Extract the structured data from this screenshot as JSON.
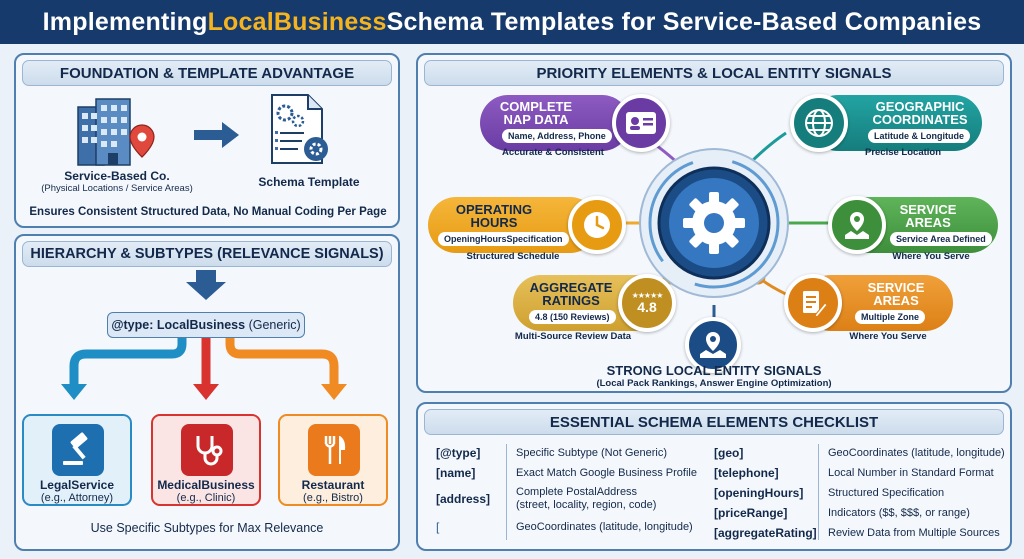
{
  "title": {
    "pre": "Implementing ",
    "highlight": "LocalBusiness",
    "post": " Schema Templates for Service-Based Companies"
  },
  "foundation": {
    "heading": "FOUNDATION & TEMPLATE ADVANTAGE",
    "company_label": "Service-Based Co.",
    "company_sub": "(Physical Locations / Service Areas)",
    "template_label": "Schema Template",
    "caption": "Ensures Consistent Structured Data, No Manual Coding Per Page"
  },
  "hierarchy": {
    "heading": "HIERARCHY & SUBTYPES (RELEVANCE SIGNALS)",
    "type_key": "@type: LocalBusiness",
    "type_suffix": " (Generic)",
    "subtypes": [
      {
        "name": "LegalService",
        "example": "(e.g., Attorney)"
      },
      {
        "name": "MedicalBusiness",
        "example": "(e.g., Clinic)"
      },
      {
        "name": "Restaurant",
        "example": "(e.g., Bistro)"
      }
    ],
    "caption": "Use Specific Subtypes for Max Relevance"
  },
  "priority": {
    "heading": "PRIORITY ELEMENTS & LOCAL ENTITY SIGNALS",
    "nap": {
      "t1": "COMPLETE",
      "t2": "NAP DATA",
      "tag": "Name, Address, Phone",
      "cap": "Accurate & Consistent"
    },
    "geo": {
      "t1": "GEOGRAPHIC",
      "t2": "COORDINATES",
      "tag": "Latitude & Longitude",
      "cap": "Precise Location"
    },
    "hours": {
      "t1": "OPERATING",
      "t2": "HOURS",
      "tag": "OpeningHoursSpecification",
      "cap": "Structured Schedule"
    },
    "area1": {
      "t1": "SERVICE",
      "t2": "AREAS",
      "tag": "Service Area Defined",
      "cap": "Where You Serve"
    },
    "ratings": {
      "t1": "AGGREGATE",
      "t2": "RATINGS",
      "tag": "4.8 (150 Reviews)",
      "cap": "Multi-Source Review Data",
      "stars": "★★★★★",
      "score": "4.8"
    },
    "area2": {
      "t1": "SERVICE",
      "t2": "AREAS",
      "tag": "Multiple Zone",
      "cap": "Where You Serve"
    },
    "signal_title": "STRONG LOCAL ENTITY SIGNALS",
    "signal_sub": "(Local Pack Rankings, Answer Engine Optimization)"
  },
  "checklist": {
    "heading": "ESSENTIAL SCHEMA ELEMENTS CHECKLIST",
    "left": [
      {
        "key": "[@type]",
        "desc": "Specific Subtype (Not Generic)"
      },
      {
        "key": "[name]",
        "desc": "Exact Match Google Business Profile"
      },
      {
        "key": "[address]",
        "desc": "Complete PostalAddress",
        "desc2": "(street, locality, region, code)"
      },
      {
        "key": "[",
        "desc": "GeoCoordinates (latitude, longitude)"
      }
    ],
    "right": [
      {
        "key": "[geo]",
        "desc": "GeoCoordinates (latitude, longitude)"
      },
      {
        "key": "[telephone]",
        "desc": "Local Number in Standard Format"
      },
      {
        "key": "[openingHours]",
        "desc": "Structured Specification"
      },
      {
        "key": "[priceRange]",
        "desc": "Indicators ($$, $$$, or range)"
      },
      {
        "key": "[aggregateRating]",
        "desc": "Review Data from Multiple Sources"
      }
    ]
  }
}
